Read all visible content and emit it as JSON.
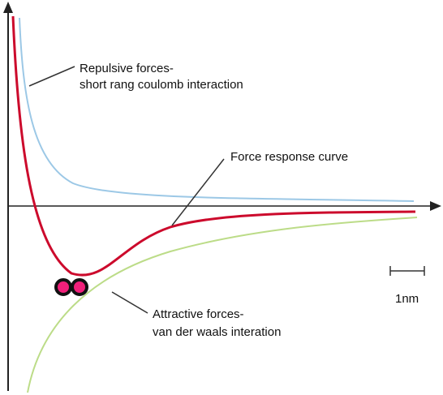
{
  "diagram": {
    "labels": {
      "repulsive_line1": "Repulsive forces-",
      "repulsive_line2": "short rang coulomb interaction",
      "response": "Force response curve",
      "attractive_line1": "Attractive forces-",
      "attractive_line2": "van der waals interation",
      "scale": "1nm"
    },
    "colors": {
      "axes": "#222222",
      "repulsive": "#9cc8e6",
      "response": "#cc0a2c",
      "attractive": "#bcdc88",
      "leader": "#333333",
      "atom_outline": "#111111",
      "atom_fill": "#f0207a"
    }
  }
}
